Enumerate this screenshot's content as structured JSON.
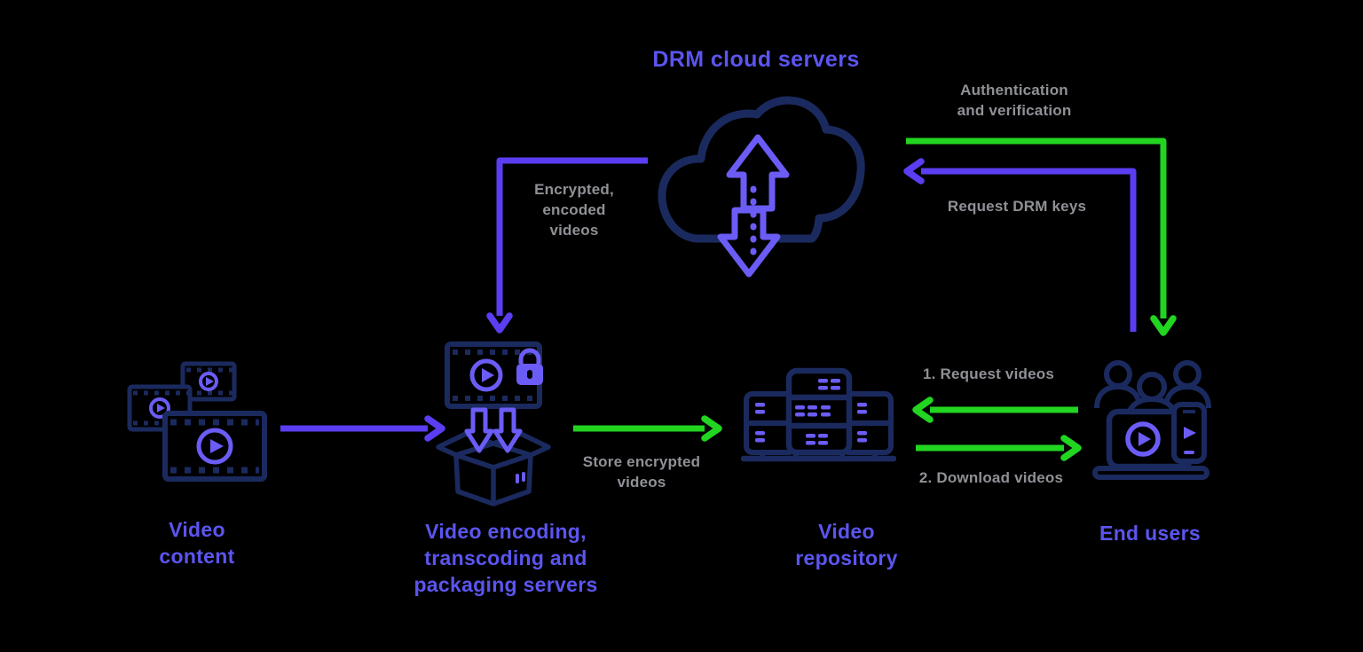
{
  "title": "DRM cloud servers",
  "colors": {
    "background": "#000000",
    "node_label_purple": "#5b55ef",
    "arrow_purple": "#5b3df2",
    "arrow_green": "#21d521",
    "edge_label_gray": "#8f9196",
    "icon_outline_navy": "#1b2a5e",
    "icon_accent_purple": "#6b5cf6"
  },
  "nodes": {
    "cloud": {
      "icon": "cloud-upload-download-icon",
      "lines": [
        "DRM cloud servers"
      ]
    },
    "video_content": {
      "icon": "film-strips-icon",
      "lines": [
        "Video",
        "content"
      ]
    },
    "encoding": {
      "icon": "encrypted-video-package-box-icon",
      "lines": [
        "Video encoding,",
        "transcoding and",
        "packaging servers"
      ]
    },
    "repository": {
      "icon": "server-rack-icon",
      "lines": [
        "Video",
        "repository"
      ]
    },
    "end_users": {
      "icon": "users-with-devices-icon",
      "lines": [
        "End users"
      ]
    }
  },
  "edges": {
    "ingest": {
      "from": "video_content",
      "to": "encoding",
      "color": "purple",
      "lines": []
    },
    "encrypted": {
      "from": "cloud",
      "to": "encoding",
      "color": "purple",
      "lines": [
        "Encrypted,",
        "encoded",
        "videos"
      ]
    },
    "store": {
      "from": "encoding",
      "to": "repository",
      "color": "green",
      "lines": [
        "Store encrypted",
        "videos"
      ]
    },
    "request_keys": {
      "from": "end_users",
      "to": "cloud",
      "color": "purple",
      "lines": [
        "Request DRM keys"
      ]
    },
    "auth": {
      "from": "cloud",
      "to": "end_users",
      "color": "green",
      "lines": [
        "Authentication",
        "and verification"
      ]
    },
    "request_videos": {
      "from": "end_users",
      "to": "repository",
      "color": "green",
      "lines": [
        "1. Request videos"
      ]
    },
    "download_videos": {
      "from": "repository",
      "to": "end_users",
      "color": "green",
      "lines": [
        "2. Download videos"
      ]
    }
  }
}
